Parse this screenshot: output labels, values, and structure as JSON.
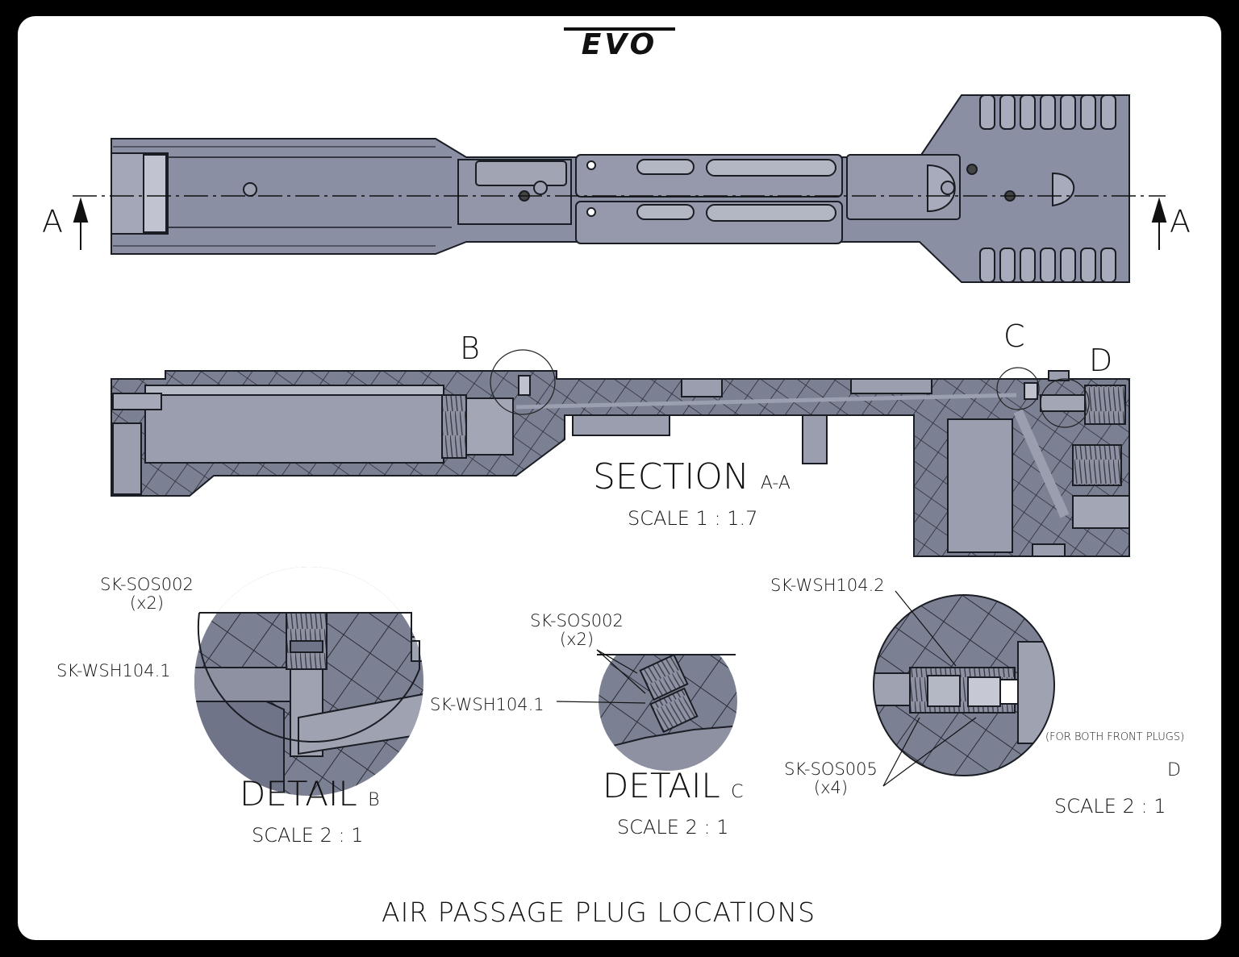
{
  "brand": "EVO",
  "section": {
    "arrow_left": "A",
    "arrow_right": "A",
    "title": "SECTION",
    "title_suffix": "A-A",
    "scale": "SCALE 1 : 1.7"
  },
  "callouts": {
    "b": "B",
    "c": "C",
    "d": "D"
  },
  "detail_b": {
    "title": "DETAIL",
    "letter": "B",
    "scale": "SCALE 2 : 1",
    "part_1": "SK-SOS002",
    "part_1_qty": "(x2)",
    "part_2": "SK-WSH104.1"
  },
  "detail_c": {
    "title": "DETAIL",
    "letter": "C",
    "scale": "SCALE 2 : 1",
    "part_1": "SK-SOS002",
    "part_1_qty": "(x2)",
    "part_2": "SK-WSH104.1"
  },
  "detail_d": {
    "letter": "D",
    "scale": "SCALE 2 : 1",
    "part_1": "SK-WSH104.2",
    "part_2": "SK-SOS005",
    "part_2_qty": "(x4)",
    "note": "(FOR BOTH FRONT PLUGS)"
  },
  "footer_title": "AIR PASSAGE PLUG LOCATIONS",
  "colors": {
    "frame": "#000000",
    "sheet": "#ffffff",
    "metal": "#8a8fa3",
    "metal_dark": "#6f7488",
    "metal_light": "#a7abbb",
    "hatch_bg": "#7b8093",
    "hatch_line": "#2a2d38",
    "ink": "#111111"
  }
}
